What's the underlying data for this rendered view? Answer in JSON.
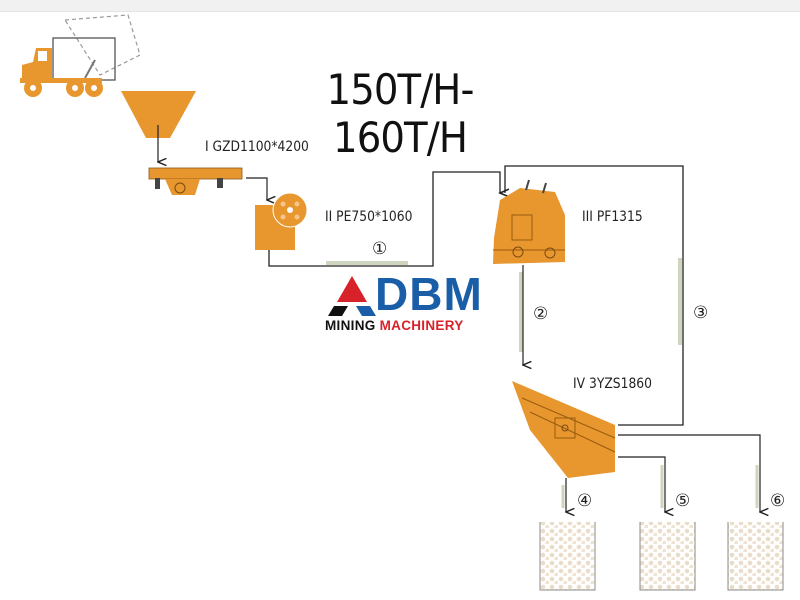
{
  "title": "150T/H-160T/H",
  "equipment": [
    {
      "label": "I  GZD1100*4200"
    },
    {
      "label": "II  PE750*1060"
    },
    {
      "label": "III  PF1315"
    },
    {
      "label": "IV  3YZS1860"
    }
  ],
  "conveyors": [
    "①",
    "②",
    "③",
    "④",
    "⑤",
    "⑥"
  ],
  "logo": {
    "brand": "DBM",
    "sub1": "MINING",
    "sub2": "MACHINERY"
  },
  "colors": {
    "equipment": "#E8962E",
    "brand_blue": "#1a5ea8",
    "brand_red": "#d8222a"
  }
}
